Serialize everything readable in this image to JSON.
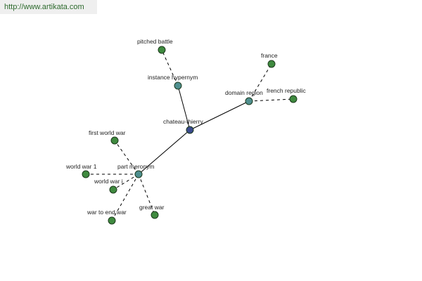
{
  "site": {
    "url": "http://www.artikata.com"
  },
  "colors": {
    "center_node": "#3a4a8c",
    "relation_node": "#4f8f8f",
    "leaf_node": "#3f8a3f",
    "url_text": "#2d6a2d",
    "url_bg": "#efefef"
  },
  "graph": {
    "nodes": [
      {
        "id": "chateau-thierry",
        "label": "chateau-thierry",
        "kind": "center"
      },
      {
        "id": "instance-hypernym",
        "label": "instance hypernym",
        "kind": "relation"
      },
      {
        "id": "domain-region",
        "label": "domain region",
        "kind": "relation"
      },
      {
        "id": "part-meronym",
        "label": "part meronym",
        "kind": "relation"
      },
      {
        "id": "pitched-battle",
        "label": "pitched battle",
        "kind": "leaf"
      },
      {
        "id": "france",
        "label": "france",
        "kind": "leaf"
      },
      {
        "id": "french-republic",
        "label": "french republic",
        "kind": "leaf"
      },
      {
        "id": "first-world-war",
        "label": "first world war",
        "kind": "leaf"
      },
      {
        "id": "world-war-1",
        "label": "world war 1",
        "kind": "leaf"
      },
      {
        "id": "world-war-i",
        "label": "world war i",
        "kind": "leaf"
      },
      {
        "id": "war-to-end-war",
        "label": "war to end war",
        "kind": "leaf"
      },
      {
        "id": "great-war",
        "label": "great war",
        "kind": "leaf"
      }
    ],
    "edges": [
      {
        "from": "chateau-thierry",
        "to": "instance-hypernym",
        "style": "solid"
      },
      {
        "from": "chateau-thierry",
        "to": "domain-region",
        "style": "solid"
      },
      {
        "from": "chateau-thierry",
        "to": "part-meronym",
        "style": "solid"
      },
      {
        "from": "instance-hypernym",
        "to": "pitched-battle",
        "style": "dashed"
      },
      {
        "from": "domain-region",
        "to": "france",
        "style": "dashed"
      },
      {
        "from": "domain-region",
        "to": "french-republic",
        "style": "dashed"
      },
      {
        "from": "part-meronym",
        "to": "first-world-war",
        "style": "dashed"
      },
      {
        "from": "part-meronym",
        "to": "world-war-1",
        "style": "dashed"
      },
      {
        "from": "part-meronym",
        "to": "world-war-i",
        "style": "dashed"
      },
      {
        "from": "part-meronym",
        "to": "war-to-end-war",
        "style": "dashed"
      },
      {
        "from": "part-meronym",
        "to": "great-war",
        "style": "dashed"
      }
    ]
  }
}
